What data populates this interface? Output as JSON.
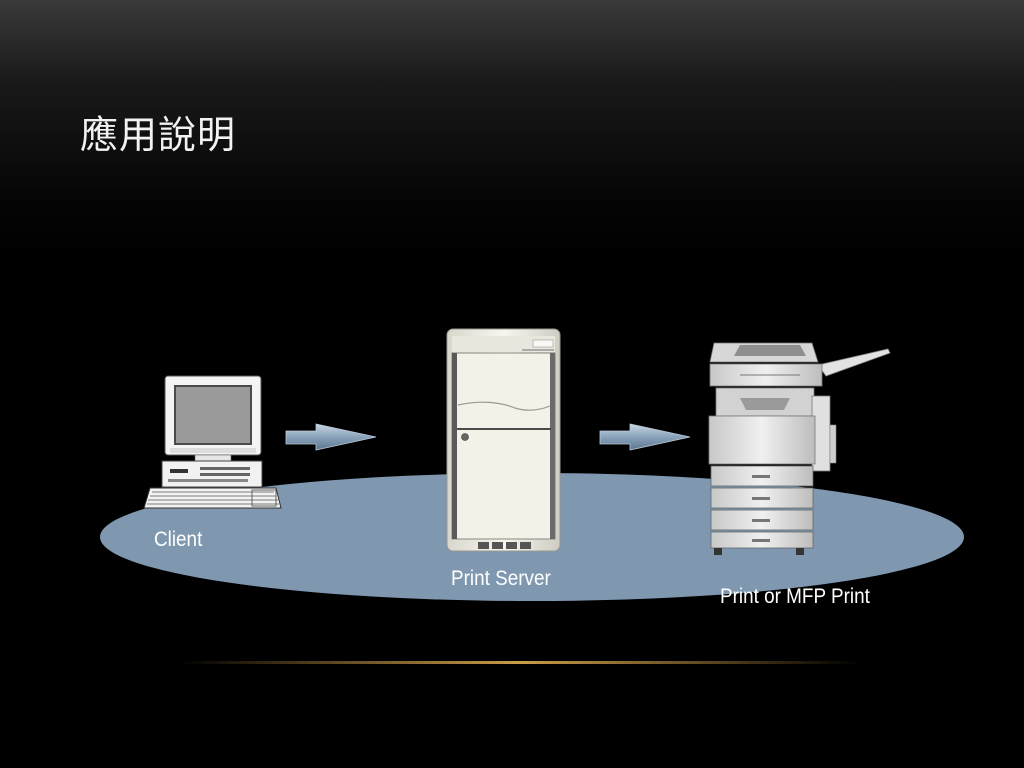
{
  "slide": {
    "title": "應用說明"
  },
  "nodes": {
    "client": {
      "label": "Client",
      "icon": "computer-icon"
    },
    "server": {
      "label": "Print Server",
      "icon": "server-tower-icon"
    },
    "printer": {
      "label": "Print or MFP Print",
      "icon": "printer-mfp-icon"
    }
  },
  "edges": [
    {
      "from": "client",
      "to": "server",
      "icon": "arrow-right-icon"
    },
    {
      "from": "server",
      "to": "printer",
      "icon": "arrow-right-icon"
    }
  ],
  "colors": {
    "background": "#000000",
    "network_ellipse": "#7f98b0",
    "arrow": "#8aa3bb",
    "divider": "#d7a54b",
    "text": "#ffffff"
  }
}
